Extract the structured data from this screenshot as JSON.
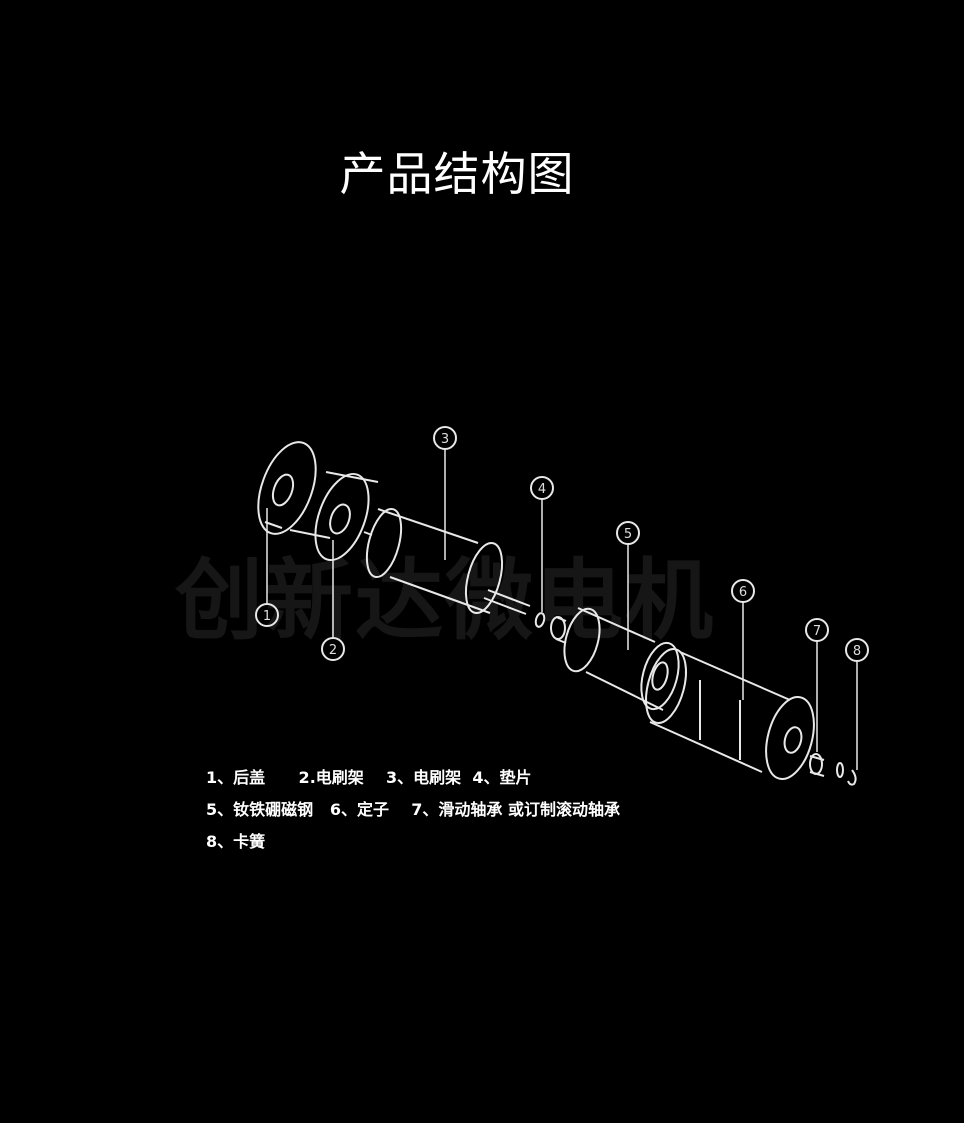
{
  "title": "产品结构图",
  "watermark": "创新达微电机",
  "callouts": [
    "1",
    "2",
    "3",
    "4",
    "5",
    "6",
    "7",
    "8"
  ],
  "legend": {
    "row1": "1、后盖      2.电刷架    3、电刷架  4、垫片",
    "row2": "5、钕铁硼磁钢   6、定子    7、滑动轴承 或订制滚动轴承",
    "row3": "8、卡簧"
  }
}
